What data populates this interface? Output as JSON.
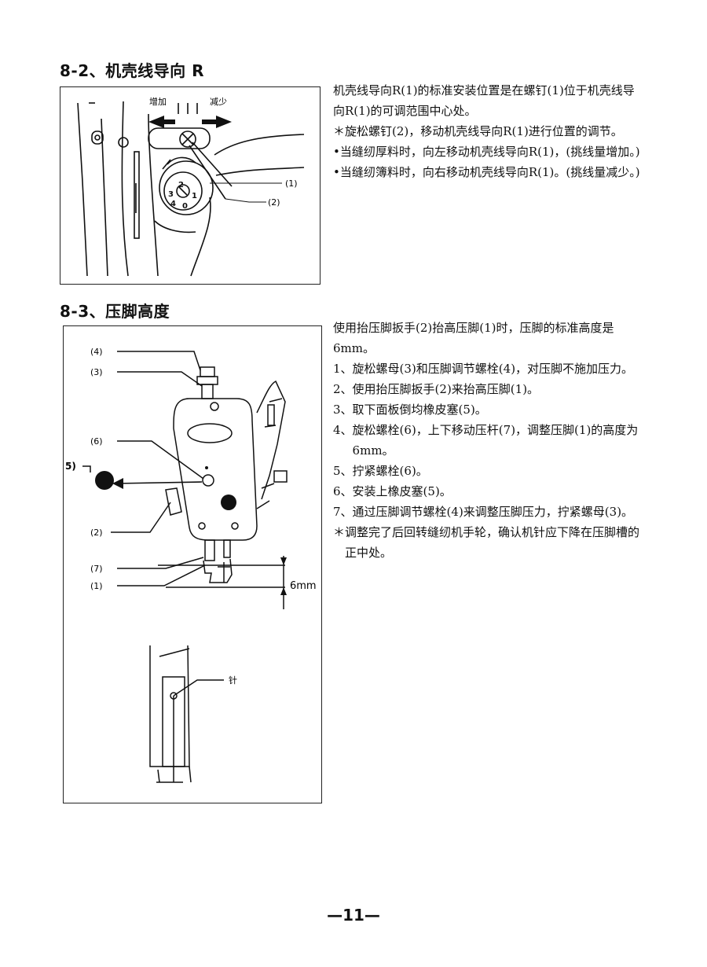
{
  "section1": {
    "heading": "8-2、机壳线导向 R",
    "figure": {
      "label_increase": "增加",
      "label_decrease": "减少",
      "callout_1": "(1)",
      "callout_2": "(2)"
    },
    "intro": "机壳线导向R(1)的标准安装位置是在螺钉(1)位于机壳线导向R(1)的可调范围中心处。",
    "items": [
      {
        "bullet": "＊",
        "text": "旋松螺钉(2)，移动机壳线导向R(1)进行位置的调节。"
      },
      {
        "bullet": "•",
        "text": "当缝纫厚料时，向左移动机壳线导向R(1)，(挑线量增加。)"
      },
      {
        "bullet": "•",
        "text": "当缝纫簿料时，向右移动机壳线导向R(1)。(挑线量减少。)"
      }
    ]
  },
  "section2": {
    "heading": "8-3、压脚高度",
    "figure": {
      "c4": "(4)",
      "c3": "(3)",
      "c6": "(6)",
      "c5": "5)",
      "c2": "(2)",
      "c7": "(7)",
      "c1": "(1)",
      "dim": "6mm",
      "needle": "针"
    },
    "intro": "使用抬压脚扳手(2)抬高压脚(1)时，压脚的标准高度是 6mm。",
    "steps": [
      {
        "bullet": "1、",
        "text": "旋松螺母(3)和压脚调节螺栓(4)，对压脚不施加压力。"
      },
      {
        "bullet": "2、",
        "text": "使用抬压脚扳手(2)来抬高压脚(1)。"
      },
      {
        "bullet": "3、",
        "text": "取下面板倒均橡皮塞(5)。"
      },
      {
        "bullet": "4、",
        "text": "旋松螺栓(6)，上下移动压杆(7)，调整压脚(1)的高度为 6mm。"
      },
      {
        "bullet": "5、",
        "text": "拧紧螺栓(6)。"
      },
      {
        "bullet": "6、",
        "text": "安装上橡皮塞(5)。"
      },
      {
        "bullet": "7、",
        "text": "通过压脚调节螺栓(4)来调整压脚压力，拧紧螺母(3)。"
      },
      {
        "bullet": "＊",
        "text": "调整完了后回转缝纫机手轮，确认机针应下降在压脚槽的正中处。"
      }
    ]
  },
  "footer": {
    "page": "—11—"
  }
}
